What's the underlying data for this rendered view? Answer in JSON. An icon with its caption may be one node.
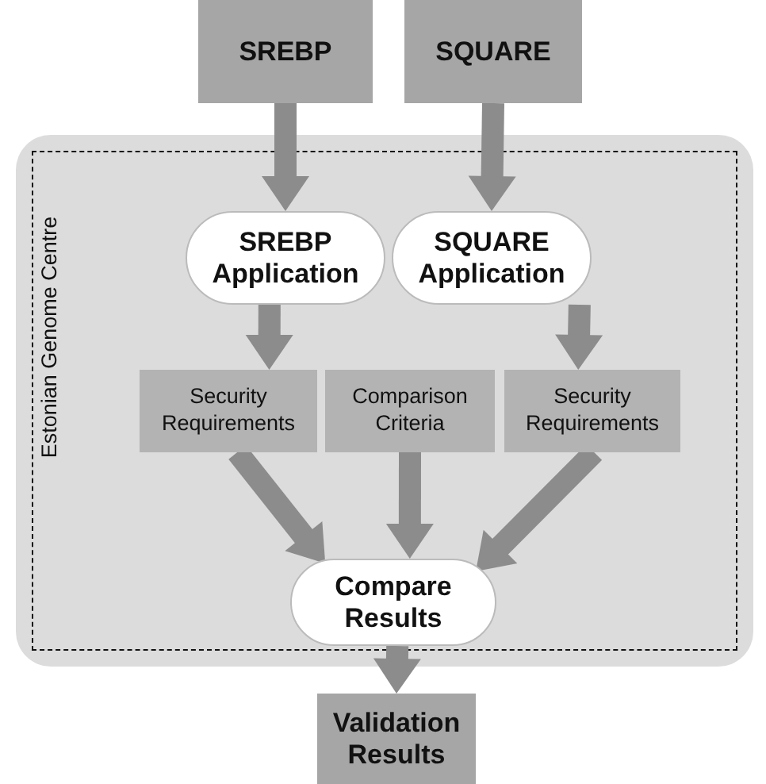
{
  "diagram": {
    "nodes": [
      {
        "text": [
          "SREBP"
        ]
      },
      {
        "text": [
          "SQUARE"
        ]
      },
      {
        "text": [
          "Estonian Genome Centre"
        ]
      },
      {
        "text": [
          "SREBP Application"
        ],
        "in": 2
      },
      {
        "text": [
          "SQUARE Application"
        ],
        "in": 2
      },
      {
        "text": [
          "Security Requirements"
        ],
        "in": 2
      },
      {
        "text": [
          "Comparison Criteria"
        ],
        "in": 2
      },
      {
        "text": [
          "Security Requirements"
        ],
        "in": 2
      },
      {
        "text": [
          "Compare Results"
        ],
        "in": 2
      },
      {
        "text": [
          "Validation Results"
        ]
      }
    ],
    "edges": [
      {
        "from": 0,
        "to": 3,
        "arrow": "to"
      },
      {
        "from": 1,
        "to": 4,
        "arrow": "to"
      },
      {
        "from": 3,
        "to": 5,
        "arrow": "to"
      },
      {
        "from": 4,
        "to": 7,
        "arrow": "to"
      },
      {
        "from": 5,
        "to": 8,
        "arrow": "to"
      },
      {
        "from": 6,
        "to": 8,
        "arrow": "to"
      },
      {
        "from": 7,
        "to": 8,
        "arrow": "to"
      },
      {
        "from": 8,
        "to": 9,
        "arrow": "to"
      }
    ]
  }
}
